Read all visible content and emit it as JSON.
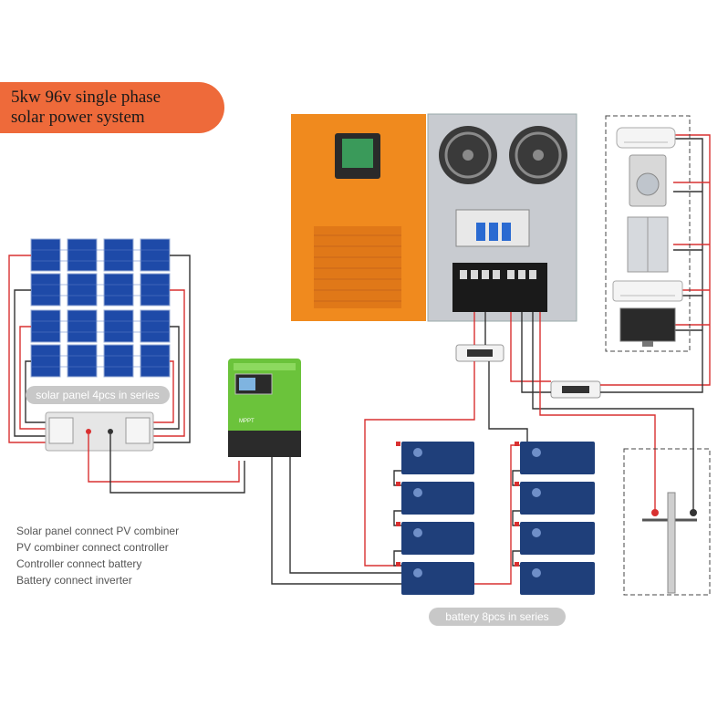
{
  "title": {
    "line1": "5kw 96v single phase",
    "line2": "solar power system"
  },
  "labels": {
    "solar_panel": "solar panel 4pcs in series",
    "battery": "battery 8pcs in series"
  },
  "steps": [
    "Solar panel connect PV combiner",
    "PV combiner connect controller",
    "Controller connect battery",
    "Battery connect inverter"
  ],
  "controller_brand": "MPPT",
  "colors": {
    "banner": "#ee6a3a",
    "inverter": "#f08a1e",
    "controller": "#6bc33b",
    "wire_positive": "#d93030",
    "wire_negative": "#333333",
    "panel": "#1e4aa8",
    "battery": "#1f3f7a"
  },
  "appliances": [
    "air-conditioner-indoor",
    "washing-machine",
    "refrigerator",
    "air-conditioner-split",
    "television"
  ]
}
